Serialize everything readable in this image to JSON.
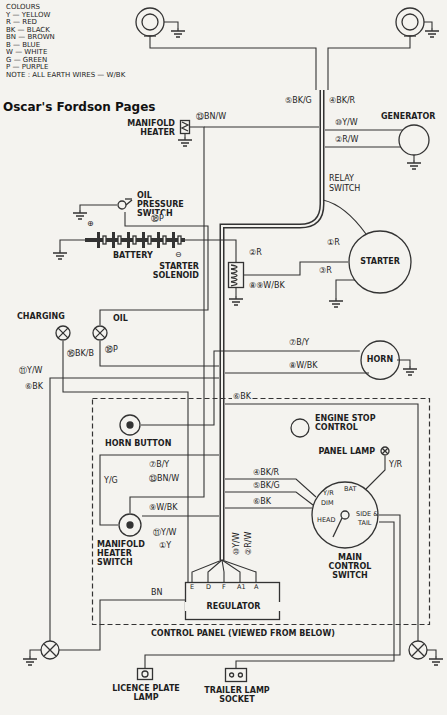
{
  "diagram": {
    "nodes": [
      {
        "text": [
          "GENERATOR"
        ]
      },
      {
        "text": [
          "MANIFOLD HEATER"
        ]
      },
      {
        "text": [
          "OIL PRESSURE SWITCH"
        ]
      },
      {
        "text": [
          "BATTERY"
        ]
      },
      {
        "text": [
          "STARTER SOLENOID"
        ]
      },
      {
        "text": [
          "STARTER"
        ]
      },
      {
        "text": [
          "CHARGING"
        ]
      },
      {
        "text": [
          "OIL"
        ]
      },
      {
        "text": [
          "HORN"
        ]
      },
      {
        "text": [
          "CONTROL PANEL (VIEWED FROM BELOW)"
        ]
      },
      {
        "text": [
          "HORN BUTTON"
        ],
        "in": 9
      },
      {
        "text": [
          "ENGINE STOP CONTROL"
        ],
        "in": 9
      },
      {
        "text": [
          "PANEL LAMP"
        ],
        "in": 9
      },
      {
        "text": [
          "MANIFOLD HEATER SWITCH"
        ],
        "in": 9
      },
      {
        "text": [
          "MAIN CONTROL SWITCH"
        ],
        "in": 9
      },
      {
        "text": [
          "REGULATOR"
        ],
        "in": 9
      },
      {
        "text": [
          "LICENCE PLATE LAMP"
        ]
      },
      {
        "text": [
          "TRAILER LAMP SOCKET"
        ]
      }
    ],
    "edges": [
      {
        "from": 3,
        "to": 4,
        "arrow": "none"
      },
      {
        "from": 4,
        "to": 5,
        "arrow": "none"
      },
      {
        "from": 2,
        "to": 7,
        "arrow": "none"
      },
      {
        "from": 10,
        "to": 8,
        "arrow": "none"
      },
      {
        "from": 13,
        "to": 1,
        "arrow": "none"
      },
      {
        "from": 14,
        "to": 16,
        "arrow": "none"
      },
      {
        "from": 14,
        "to": 17,
        "arrow": "none"
      },
      {
        "from": 6,
        "to": 15,
        "arrow": "none"
      }
    ],
    "labels": [
      "COLOURS",
      "Y — YELLOW",
      "R — RED",
      "BK — BLACK",
      "BN — BROWN",
      "B — BLUE",
      "W — WHITE",
      "G — GREEN",
      "P — PURPLE",
      "NOTE : ALL EARTH WIRES — W/BK",
      "Oscar's Fordson Pages",
      "⑤BK/G",
      "④BK/R",
      "⑩Y/W",
      "②R/W",
      "⑬BN/W",
      "⊕",
      "⊖",
      "⑱P",
      "②R",
      "⑧⑨W/BK",
      "RELAY SWITCH",
      "①R",
      "③R",
      "⑪Y/W",
      "⑯BK/B",
      "⑱P",
      "⑥BK",
      "⑦B/Y",
      "⑧W/BK",
      "⑥BK",
      "⑦B/Y",
      "⑬BN/W",
      "④BK/R",
      "⑤BK/G",
      "⑨W/BK",
      "⑥BK",
      "⑪Y/W",
      "①Y",
      "⑩Y/W",
      "②R/W",
      "Y/G",
      "BN",
      "Y/R",
      "Y/R",
      "BAT",
      "DIM",
      "HEAD",
      "SIDE &",
      "TAIL",
      "E",
      "D",
      "F",
      "A1",
      "A"
    ]
  }
}
